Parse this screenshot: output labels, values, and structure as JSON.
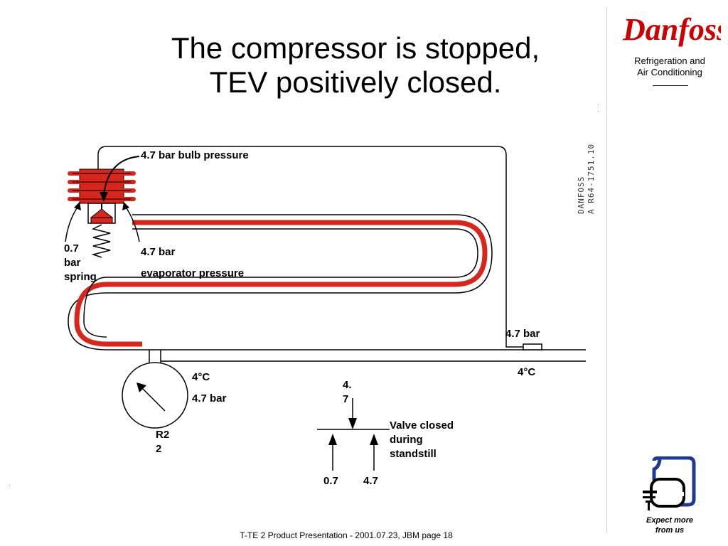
{
  "slide": {
    "title_lines": [
      "The compressor is stopped,",
      "TEV positively closed."
    ],
    "footer": "T-TE 2 Product Presentation - 2001.07.23, JBM page 18"
  },
  "brand": {
    "logo_text": "Danfoss",
    "tagline_lines": [
      "Refrigeration and",
      "Air Conditioning"
    ],
    "slogan_lines": [
      "Expect more",
      "from us"
    ],
    "color_red": "#cc0000",
    "color_blue": "#1f3a93"
  },
  "reference_code": [
    "DANFOSS",
    "A R64-1751.10"
  ],
  "diagram": {
    "bulb_pressure": "4.7 bar bulb pressure",
    "spring_lines": [
      "0.7",
      "bar",
      "spring"
    ],
    "evaporator_lines": [
      "4.7 bar",
      "evaporator pressure"
    ],
    "bulb_bar": "4.7 bar",
    "bulb_temp": "4°C",
    "line_temp": "4°C",
    "line_bar": "4.7 bar",
    "refrigerant_lines": [
      "R2",
      "2"
    ],
    "valve_top_lines": [
      "4.",
      "7"
    ],
    "valve_state_lines": [
      "Valve closed",
      "during",
      "standstill"
    ],
    "valve_left": "0.7",
    "valve_right": "4.7",
    "colors": {
      "valve_red": "#d9261c",
      "tube_red": "#d9261c",
      "line": "#000000"
    },
    "icons": [
      "gauge-icon",
      "bulb-icon",
      "spring-icon",
      "compressor-icon"
    ]
  }
}
